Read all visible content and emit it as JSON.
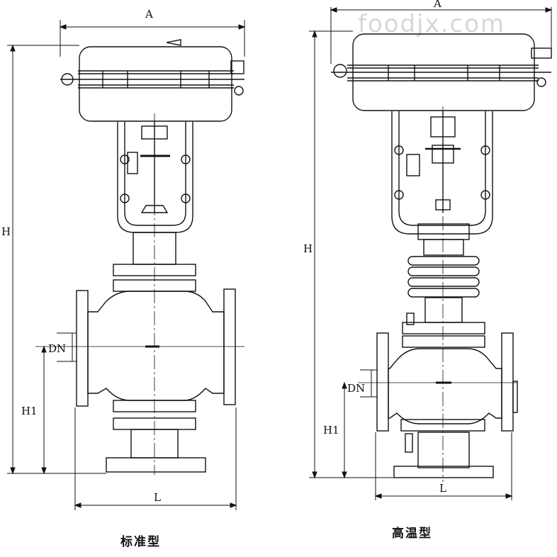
{
  "watermark": "foodjx.com",
  "standard": {
    "caption": "标准型",
    "dims": {
      "A": "A",
      "H": "H",
      "H1": "H1",
      "DN": "DN",
      "L": "L"
    }
  },
  "high_temp": {
    "caption": "高温型",
    "dims": {
      "A": "A",
      "H": "H",
      "H1": "H1",
      "DN": "DN",
      "L": "L"
    }
  }
}
